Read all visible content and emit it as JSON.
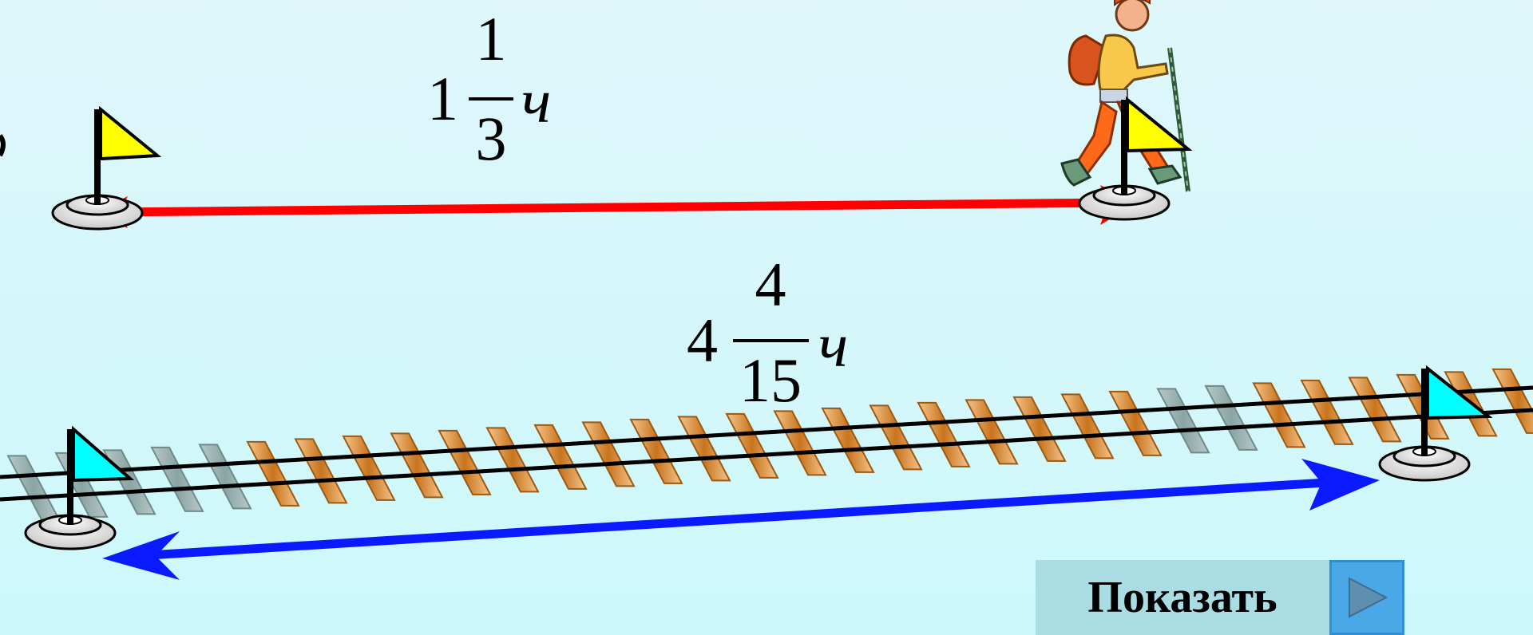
{
  "walk": {
    "whole": "1",
    "numerator": "1",
    "denominator": "3",
    "unit": "ч"
  },
  "train": {
    "whole": "4",
    "numerator": "4",
    "denominator": "15",
    "unit": "ч"
  },
  "button": {
    "label": "Показать",
    "icon": "play-triangle-icon"
  },
  "colors": {
    "walk_line": "#ff0000",
    "train_arrow": "#0a1aff",
    "yellow_flag": "#ffff00",
    "cyan_flag": "#00ffff",
    "sleeper": "#d9882b",
    "button_bg": "#a9dce3",
    "button_icon_bg": "#4aa8e6"
  }
}
